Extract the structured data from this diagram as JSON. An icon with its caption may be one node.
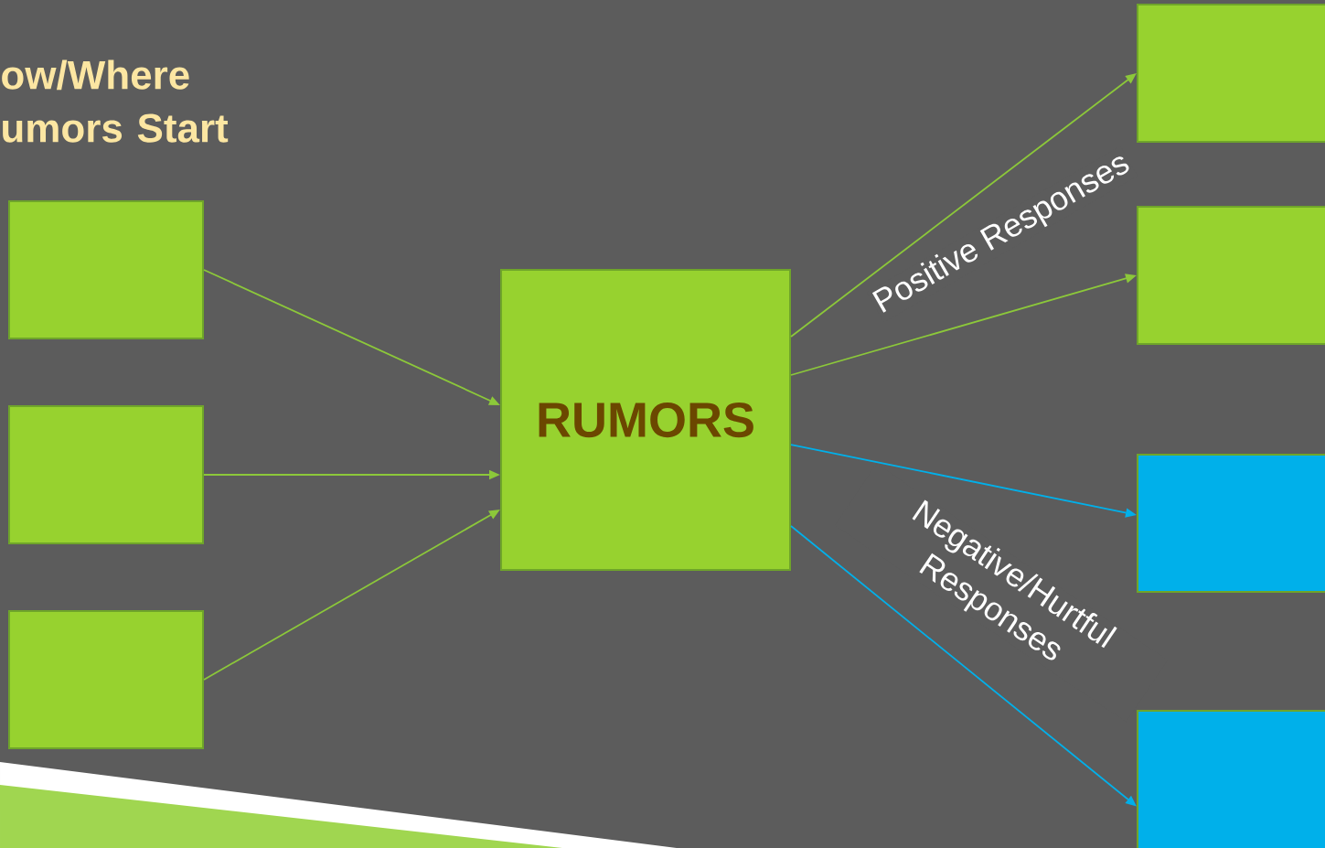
{
  "diagram": {
    "title": "ow/Where umors Start",
    "nodes": [
      {
        "text": [],
        "shape": "box"
      },
      {
        "text": [],
        "shape": "box"
      },
      {
        "text": [],
        "shape": "box"
      },
      {
        "text": [
          "RUMORS"
        ]
      },
      {
        "text": [],
        "shape": "box"
      },
      {
        "text": [],
        "shape": "box"
      },
      {
        "text": [],
        "shape": "box"
      },
      {
        "text": [],
        "shape": "box"
      }
    ],
    "edges": [
      {
        "from": 0,
        "to": 3,
        "arrow": "to"
      },
      {
        "from": 1,
        "to": 3,
        "arrow": "to"
      },
      {
        "from": 2,
        "to": 3,
        "arrow": "to"
      },
      {
        "from": 3,
        "to": 4,
        "arrow": "to",
        "label": "Positive Responses"
      },
      {
        "from": 3,
        "to": 5,
        "arrow": "to"
      },
      {
        "from": 3,
        "to": 6,
        "arrow": "to",
        "color": "#00b0ea"
      },
      {
        "from": 3,
        "to": 7,
        "arrow": "to",
        "color": "#00b0ea",
        "label": "Negative/Hurtful Responses"
      }
    ]
  }
}
